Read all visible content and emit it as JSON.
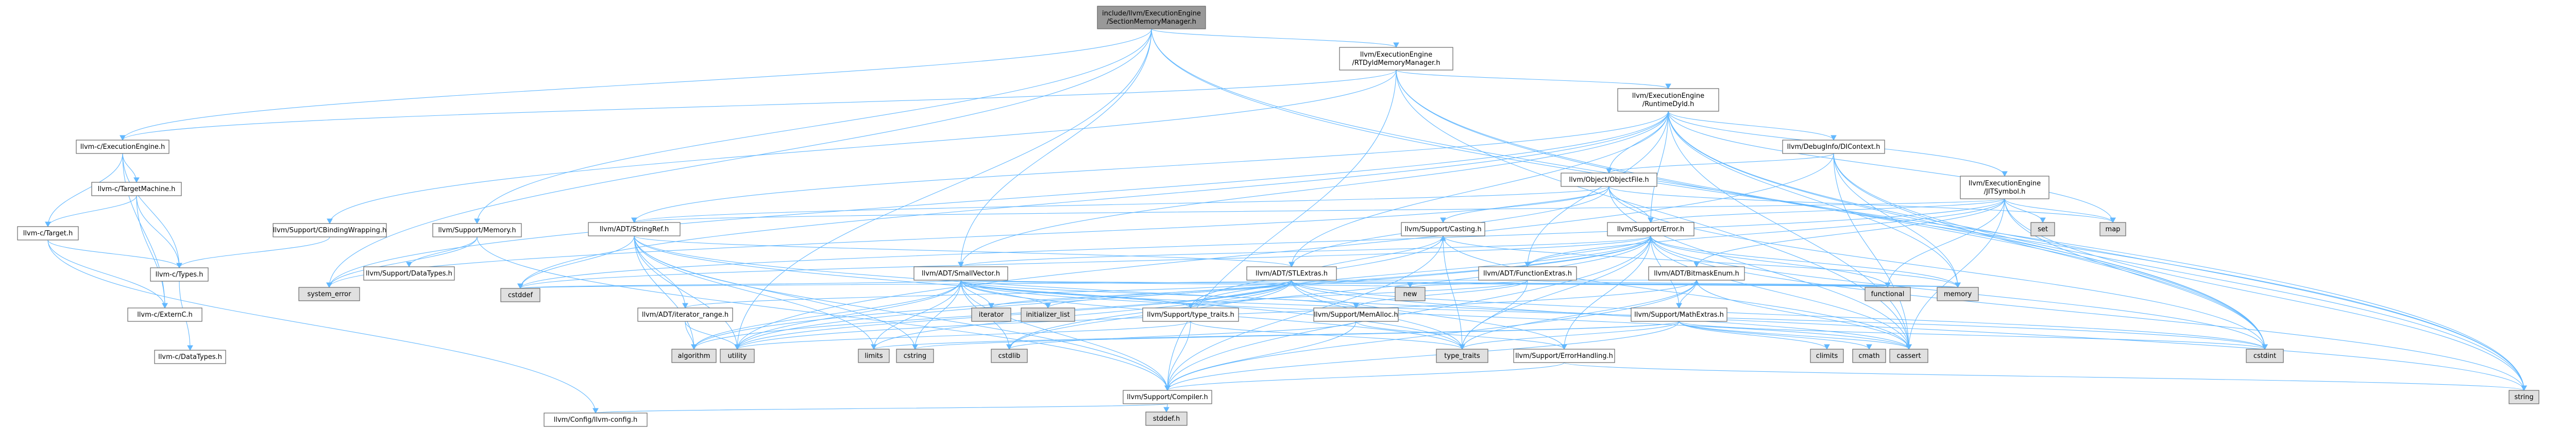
{
  "colors": {
    "node_fill": "#ffffff",
    "node_fill_root": "#999999",
    "node_fill_system": "#e0e0e0",
    "node_border": "#666666",
    "node_text": "#000000",
    "node_text_red": "#ff0000",
    "edge": "#63b8ff"
  },
  "nodes": [
    {
      "id": "n0",
      "lines": [
        "include/llvm/ExecutionEngine",
        "/SectionMemoryManager.h"
      ],
      "style": "root"
    },
    {
      "id": "n1",
      "lines": [
        "llvm/ExecutionEngine",
        "/RTDyldMemoryManager.h"
      ],
      "style": "normal"
    },
    {
      "id": "n2",
      "lines": [
        "llvm-c/ExecutionEngine.h"
      ],
      "style": "normal"
    },
    {
      "id": "n3",
      "lines": [
        "llvm-c/TargetMachine.h"
      ],
      "style": "normal"
    },
    {
      "id": "n4",
      "lines": [
        "llvm-c/Target.h"
      ],
      "style": "red"
    },
    {
      "id": "n5",
      "lines": [
        "llvm-c/Types.h"
      ],
      "style": "normal"
    },
    {
      "id": "n6",
      "lines": [
        "llvm-c/ExternC.h"
      ],
      "style": "normal"
    },
    {
      "id": "n7",
      "lines": [
        "llvm-c/DataTypes.h"
      ],
      "style": "red"
    },
    {
      "id": "n8",
      "lines": [
        "llvm/Config/llvm-config.h"
      ],
      "style": "normal"
    },
    {
      "id": "n9",
      "lines": [
        "llvm/ExecutionEngine",
        "/RuntimeDyld.h"
      ],
      "style": "normal"
    },
    {
      "id": "n10",
      "lines": [
        "llvm/Support/CBindingWrapping.h"
      ],
      "style": "normal"
    },
    {
      "id": "n11",
      "lines": [
        "llvm/Support/Memory.h"
      ],
      "style": "normal"
    },
    {
      "id": "n12",
      "lines": [
        "llvm/Support/DataTypes.h"
      ],
      "style": "normal"
    },
    {
      "id": "n13",
      "lines": [
        "system_error"
      ],
      "style": "system"
    },
    {
      "id": "n14",
      "lines": [
        "llvm/ADT/StringRef.h"
      ],
      "style": "normal"
    },
    {
      "id": "n15",
      "lines": [
        "llvm/ADT/SmallVector.h"
      ],
      "style": "normal"
    },
    {
      "id": "n16",
      "lines": [
        "llvm/ADT/STLExtras.h"
      ],
      "style": "red"
    },
    {
      "id": "n17",
      "lines": [
        "llvm/Object/ObjectFile.h"
      ],
      "style": "red"
    },
    {
      "id": "n18",
      "lines": [
        "llvm/DebugInfo/DIContext.h"
      ],
      "style": "red"
    },
    {
      "id": "n19",
      "lines": [
        "llvm/ExecutionEngine",
        "/JITSymbol.h"
      ],
      "style": "normal"
    },
    {
      "id": "n20",
      "lines": [
        "llvm/Support/Error.h"
      ],
      "style": "red"
    },
    {
      "id": "n21",
      "lines": [
        "llvm/ADT/FunctionExtras.h"
      ],
      "style": "red"
    },
    {
      "id": "n22",
      "lines": [
        "llvm/ADT/BitmaskEnum.h"
      ],
      "style": "normal"
    },
    {
      "id": "n23",
      "lines": [
        "llvm/Support/Casting.h"
      ],
      "style": "normal"
    },
    {
      "id": "n24",
      "lines": [
        "llvm/ADT/iterator_range.h"
      ],
      "style": "normal"
    },
    {
      "id": "n25",
      "lines": [
        "llvm/Support/type_traits.h"
      ],
      "style": "normal"
    },
    {
      "id": "n26",
      "lines": [
        "llvm/Support/MemAlloc.h"
      ],
      "style": "normal"
    },
    {
      "id": "n27",
      "lines": [
        "llvm/Support/MathExtras.h"
      ],
      "style": "normal"
    },
    {
      "id": "n28",
      "lines": [
        "llvm/Support/ErrorHandling.h"
      ],
      "style": "normal"
    },
    {
      "id": "n29",
      "lines": [
        "llvm/Support/Compiler.h"
      ],
      "style": "normal"
    },
    {
      "id": "n30",
      "lines": [
        "stddef.h"
      ],
      "style": "system"
    },
    {
      "id": "n31",
      "lines": [
        "set"
      ],
      "style": "system"
    },
    {
      "id": "n32",
      "lines": [
        "map"
      ],
      "style": "system"
    },
    {
      "id": "n33",
      "lines": [
        "cstddef"
      ],
      "style": "system"
    },
    {
      "id": "n34",
      "lines": [
        "iterator"
      ],
      "style": "system"
    },
    {
      "id": "n35",
      "lines": [
        "initializer_list"
      ],
      "style": "system"
    },
    {
      "id": "n36",
      "lines": [
        "new"
      ],
      "style": "system"
    },
    {
      "id": "n37",
      "lines": [
        "functional"
      ],
      "style": "system"
    },
    {
      "id": "n38",
      "lines": [
        "memory"
      ],
      "style": "system"
    },
    {
      "id": "n39",
      "lines": [
        "algorithm"
      ],
      "style": "system"
    },
    {
      "id": "n40",
      "lines": [
        "utility"
      ],
      "style": "system"
    },
    {
      "id": "n41",
      "lines": [
        "limits"
      ],
      "style": "system"
    },
    {
      "id": "n42",
      "lines": [
        "cstring"
      ],
      "style": "system"
    },
    {
      "id": "n43",
      "lines": [
        "cstdlib"
      ],
      "style": "system"
    },
    {
      "id": "n44",
      "lines": [
        "type_traits"
      ],
      "style": "system"
    },
    {
      "id": "n45",
      "lines": [
        "climits"
      ],
      "style": "system"
    },
    {
      "id": "n46",
      "lines": [
        "cmath"
      ],
      "style": "system"
    },
    {
      "id": "n47",
      "lines": [
        "cassert"
      ],
      "style": "system"
    },
    {
      "id": "n48",
      "lines": [
        "cstdint"
      ],
      "style": "system"
    },
    {
      "id": "n49",
      "lines": [
        "string"
      ],
      "style": "system"
    }
  ],
  "edges": [
    [
      "n0",
      "n1"
    ],
    [
      "n0",
      "n2"
    ],
    [
      "n0",
      "n11"
    ],
    [
      "n0",
      "n15"
    ],
    [
      "n0",
      "n40"
    ],
    [
      "n0",
      "n48"
    ],
    [
      "n0",
      "n49"
    ],
    [
      "n0",
      "n13"
    ],
    [
      "n1",
      "n2"
    ],
    [
      "n1",
      "n9"
    ],
    [
      "n1",
      "n10"
    ],
    [
      "n1",
      "n29"
    ],
    [
      "n1",
      "n47"
    ],
    [
      "n1",
      "n48"
    ],
    [
      "n1",
      "n49"
    ],
    [
      "n2",
      "n3"
    ],
    [
      "n2",
      "n4"
    ],
    [
      "n2",
      "n5"
    ],
    [
      "n2",
      "n6"
    ],
    [
      "n3",
      "n4"
    ],
    [
      "n3",
      "n5"
    ],
    [
      "n3",
      "n6"
    ],
    [
      "n4",
      "n6"
    ],
    [
      "n4",
      "n8"
    ],
    [
      "n4",
      "n5"
    ],
    [
      "n5",
      "n7"
    ],
    [
      "n9",
      "n14"
    ],
    [
      "n9",
      "n16"
    ],
    [
      "n9",
      "n17"
    ],
    [
      "n9",
      "n18"
    ],
    [
      "n9",
      "n19"
    ],
    [
      "n9",
      "n20"
    ],
    [
      "n9",
      "n21"
    ],
    [
      "n9",
      "n15"
    ],
    [
      "n9",
      "n13"
    ],
    [
      "n9",
      "n38"
    ],
    [
      "n9",
      "n32"
    ],
    [
      "n9",
      "n47"
    ],
    [
      "n9",
      "n48"
    ],
    [
      "n9",
      "n49"
    ],
    [
      "n9",
      "n33"
    ],
    [
      "n10",
      "n5"
    ],
    [
      "n11",
      "n12"
    ],
    [
      "n11",
      "n13"
    ],
    [
      "n11",
      "n29"
    ],
    [
      "n14",
      "n24"
    ],
    [
      "n14",
      "n16"
    ],
    [
      "n14",
      "n29"
    ],
    [
      "n14",
      "n39"
    ],
    [
      "n14",
      "n33"
    ],
    [
      "n14",
      "n42"
    ],
    [
      "n14",
      "n41"
    ],
    [
      "n14",
      "n44"
    ],
    [
      "n14",
      "n40"
    ],
    [
      "n14",
      "n49"
    ],
    [
      "n15",
      "n26"
    ],
    [
      "n15",
      "n25"
    ],
    [
      "n15",
      "n29"
    ],
    [
      "n15",
      "n39"
    ],
    [
      "n15",
      "n33"
    ],
    [
      "n15",
      "n43"
    ],
    [
      "n15",
      "n34"
    ],
    [
      "n15",
      "n35"
    ],
    [
      "n15",
      "n36"
    ],
    [
      "n15",
      "n44"
    ],
    [
      "n15",
      "n40"
    ],
    [
      "n15",
      "n42"
    ],
    [
      "n15",
      "n41"
    ],
    [
      "n15",
      "n37"
    ],
    [
      "n15",
      "n38"
    ],
    [
      "n15",
      "n48"
    ],
    [
      "n15",
      "n47"
    ],
    [
      "n16",
      "n22"
    ],
    [
      "n16",
      "n24"
    ],
    [
      "n16",
      "n25"
    ],
    [
      "n16",
      "n28"
    ],
    [
      "n16",
      "n33"
    ],
    [
      "n16",
      "n34"
    ],
    [
      "n16",
      "n35"
    ],
    [
      "n16",
      "n37"
    ],
    [
      "n16",
      "n38"
    ],
    [
      "n16",
      "n40"
    ],
    [
      "n16",
      "n39"
    ],
    [
      "n16",
      "n41"
    ],
    [
      "n16",
      "n44"
    ],
    [
      "n16",
      "n47"
    ],
    [
      "n16",
      "n48"
    ],
    [
      "n16",
      "n43"
    ],
    [
      "n16",
      "n23"
    ],
    [
      "n17",
      "n14"
    ],
    [
      "n17",
      "n20"
    ],
    [
      "n17",
      "n23"
    ],
    [
      "n17",
      "n16"
    ],
    [
      "n17",
      "n47"
    ],
    [
      "n17",
      "n48"
    ],
    [
      "n17",
      "n13"
    ],
    [
      "n17",
      "n32"
    ],
    [
      "n18",
      "n17"
    ],
    [
      "n18",
      "n48"
    ],
    [
      "n18",
      "n38"
    ],
    [
      "n18",
      "n49"
    ],
    [
      "n18",
      "n47"
    ],
    [
      "n18",
      "n40"
    ],
    [
      "n19",
      "n20"
    ],
    [
      "n19",
      "n21"
    ],
    [
      "n19",
      "n22"
    ],
    [
      "n19",
      "n14"
    ],
    [
      "n19",
      "n31"
    ],
    [
      "n19",
      "n32"
    ],
    [
      "n19",
      "n37"
    ],
    [
      "n19",
      "n49"
    ],
    [
      "n19",
      "n48"
    ],
    [
      "n19",
      "n47"
    ],
    [
      "n19",
      "n33"
    ],
    [
      "n20",
      "n15"
    ],
    [
      "n20",
      "n21"
    ],
    [
      "n20",
      "n27"
    ],
    [
      "n20",
      "n28"
    ],
    [
      "n20",
      "n29"
    ],
    [
      "n20",
      "n25"
    ],
    [
      "n20",
      "n33"
    ],
    [
      "n20",
      "n48"
    ],
    [
      "n20",
      "n47"
    ],
    [
      "n20",
      "n37"
    ],
    [
      "n20",
      "n38"
    ],
    [
      "n20",
      "n49"
    ],
    [
      "n20",
      "n39"
    ],
    [
      "n20",
      "n40"
    ],
    [
      "n20",
      "n44"
    ],
    [
      "n20",
      "n43"
    ],
    [
      "n21",
      "n25"
    ],
    [
      "n21",
      "n26"
    ],
    [
      "n21",
      "n36"
    ],
    [
      "n21",
      "n38"
    ],
    [
      "n21",
      "n44"
    ],
    [
      "n22",
      "n27"
    ],
    [
      "n22",
      "n29"
    ],
    [
      "n22",
      "n47"
    ],
    [
      "n22",
      "n44"
    ],
    [
      "n22",
      "n40"
    ],
    [
      "n23",
      "n25"
    ],
    [
      "n23",
      "n29"
    ],
    [
      "n23",
      "n47"
    ],
    [
      "n23",
      "n38"
    ],
    [
      "n23",
      "n44"
    ],
    [
      "n24",
      "n39"
    ],
    [
      "n24",
      "n40"
    ],
    [
      "n25",
      "n29"
    ],
    [
      "n25",
      "n44"
    ],
    [
      "n25",
      "n40"
    ],
    [
      "n26",
      "n28"
    ],
    [
      "n26",
      "n29"
    ],
    [
      "n26",
      "n43"
    ],
    [
      "n27",
      "n29"
    ],
    [
      "n27",
      "n47"
    ],
    [
      "n27",
      "n45"
    ],
    [
      "n27",
      "n46"
    ],
    [
      "n27",
      "n48"
    ],
    [
      "n27",
      "n42"
    ],
    [
      "n27",
      "n41"
    ],
    [
      "n27",
      "n44"
    ],
    [
      "n28",
      "n29"
    ],
    [
      "n28",
      "n49"
    ],
    [
      "n29",
      "n30"
    ],
    [
      "n29",
      "n8"
    ]
  ]
}
